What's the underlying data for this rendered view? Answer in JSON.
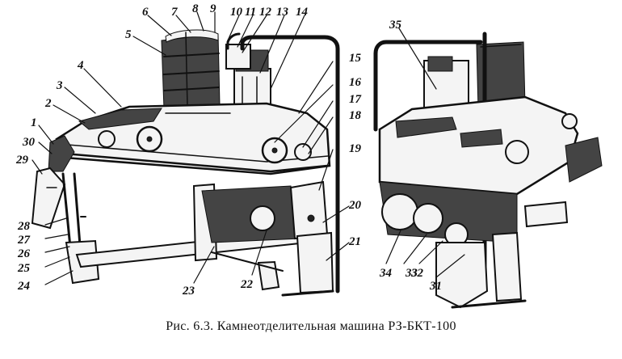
{
  "caption": "Рис. 6.3. Камнеотделительная машина РЗ-БКТ-100",
  "labels": {
    "n1": "1",
    "n2": "2",
    "n3": "3",
    "n4": "4",
    "n5": "5",
    "n6": "6",
    "n7": "7",
    "n8": "8",
    "n9": "9",
    "n10": "10",
    "n11": "11",
    "n12": "12",
    "n13": "13",
    "n14": "14",
    "n15": "15",
    "n16": "16",
    "n17": "17",
    "n18": "18",
    "n19": "19",
    "n20": "20",
    "n21": "21",
    "n22": "22",
    "n23": "23",
    "n24": "24",
    "n25": "25",
    "n26": "26",
    "n27": "27",
    "n28": "28",
    "n29": "29",
    "n30": "30",
    "n31": "31",
    "n32": "32",
    "n33": "33",
    "n34": "34",
    "n35": "35"
  }
}
